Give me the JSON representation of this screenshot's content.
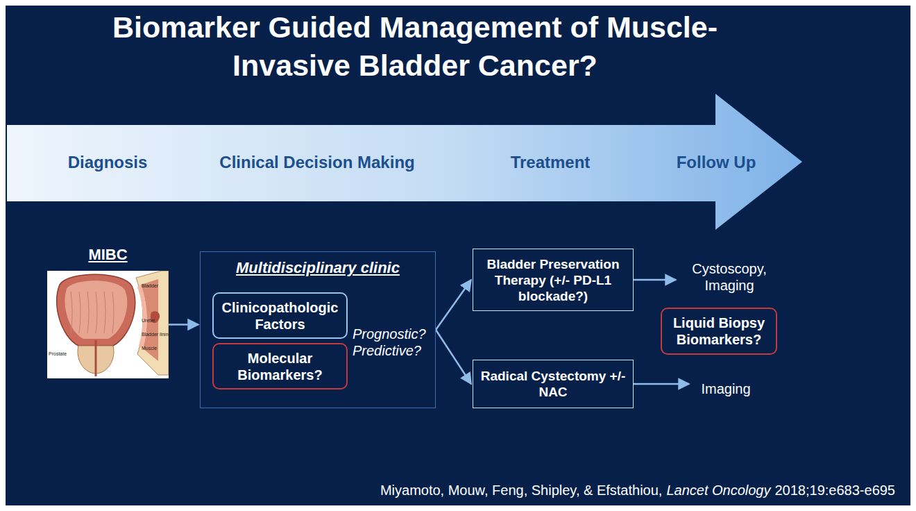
{
  "diagram": {
    "title": "Biomarker Guided Management of Muscle-Invasive Bladder Cancer?",
    "nodes": [
      {
        "text": [
          "Diagnosis",
          "Clinical Decision Making",
          "Treatment",
          "Follow Up"
        ]
      },
      {
        "text": [
          "MIBC"
        ]
      },
      {
        "text": [
          "Multidisciplinary clinic",
          "Prognostic? Predictive?"
        ]
      },
      {
        "text": [
          "Clinicopathologic Factors"
        ],
        "in": 2
      },
      {
        "text": [
          "Molecular Biomarkers?"
        ],
        "in": 2
      },
      {
        "text": [
          "Bladder Preservation Therapy (+/- PD-L1 blockade?)"
        ]
      },
      {
        "text": [
          "Radical Cystectomy +/- NAC"
        ]
      },
      {
        "text": [
          "Cystoscopy, Imaging"
        ]
      },
      {
        "text": [
          "Liquid Biopsy Biomarkers?"
        ]
      },
      {
        "text": [
          "Imaging"
        ]
      }
    ],
    "edges": [
      {
        "from": 1,
        "to": 2,
        "arrow": "to"
      },
      {
        "from": 2,
        "to": 5,
        "arrow": "to"
      },
      {
        "from": 2,
        "to": 6,
        "arrow": "to"
      },
      {
        "from": 5,
        "to": 7,
        "arrow": "to"
      },
      {
        "from": 6,
        "to": 9,
        "arrow": "to"
      }
    ],
    "labels": [
      "Bladder",
      "Ureter",
      "Prostate",
      "Bladder lining",
      "Muscle",
      "Miyamoto, Mouw, Feng, Shipley, & Efstathiou,",
      "Lancet Oncology",
      "2018;19:e683-e695"
    ]
  }
}
